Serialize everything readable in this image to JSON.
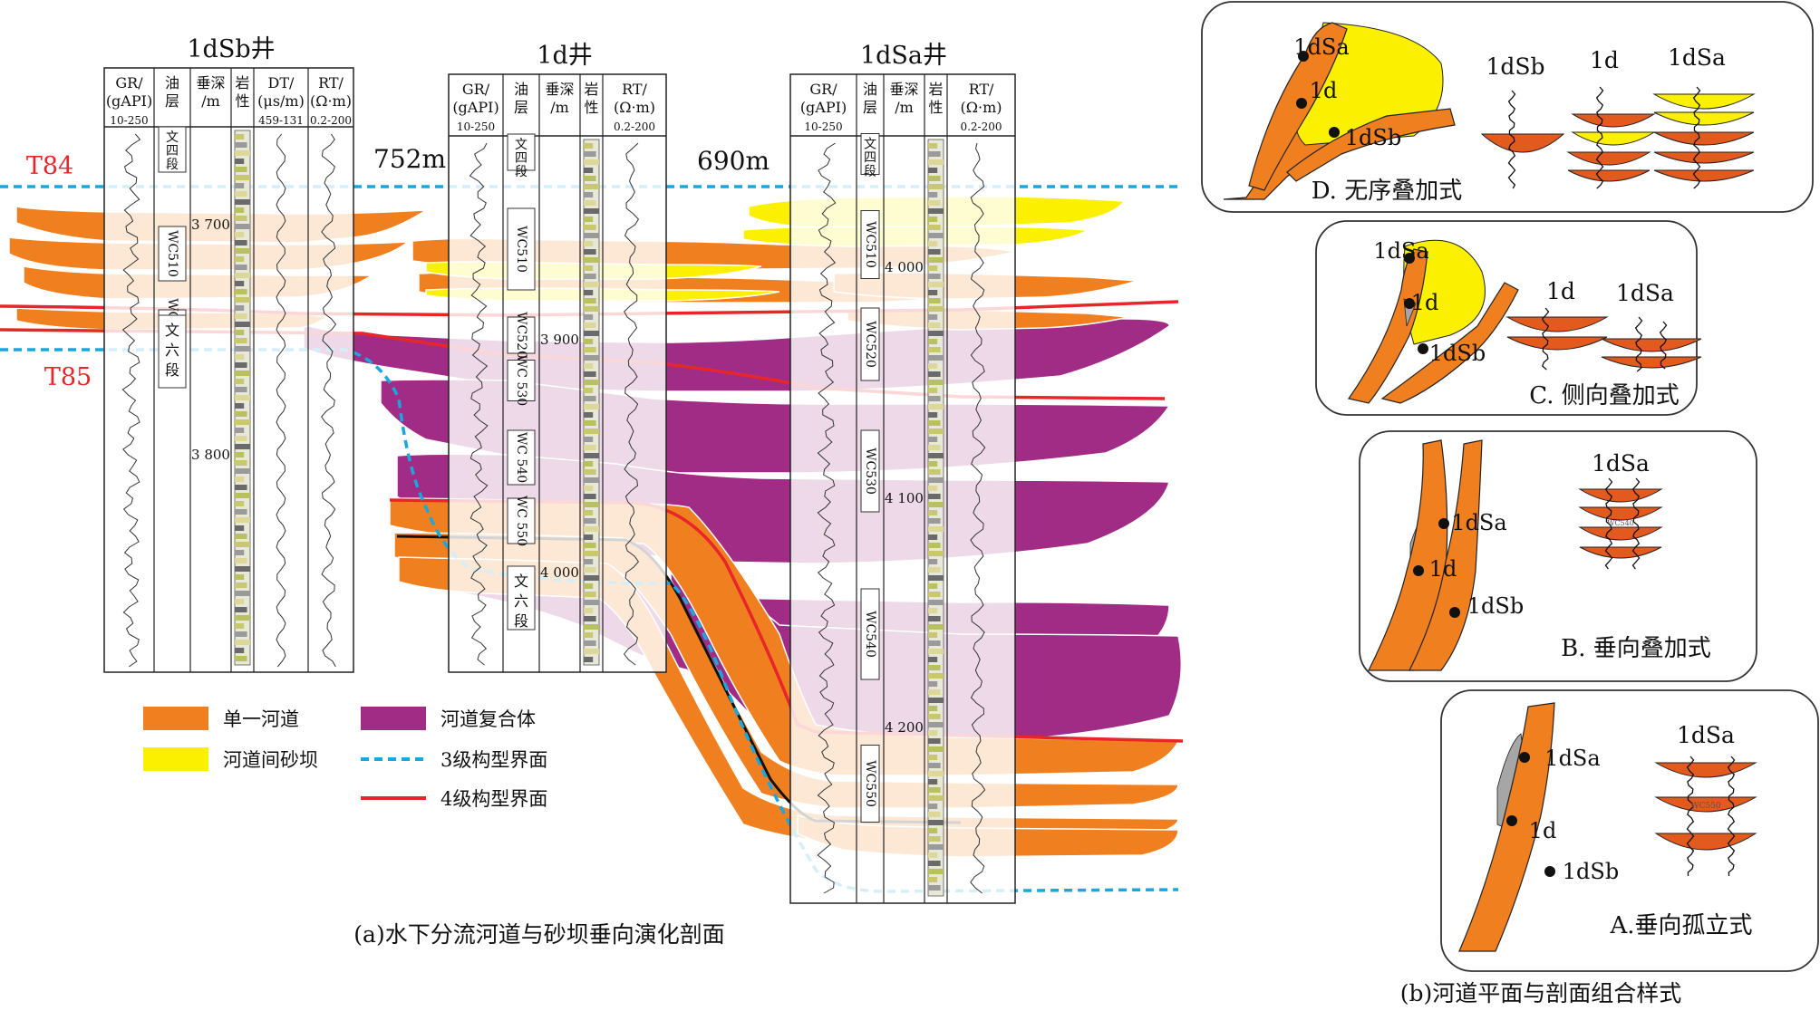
{
  "colors": {
    "single_channel": "#F07F1F",
    "complex": "#A12C86",
    "sand_bar": "#FAF000",
    "orange_dark": "#E35A1E",
    "red_line": "#E8262A",
    "blue_dash": "#1AA6DE",
    "grey_lens": "#A6A6A6"
  },
  "section": {
    "caption": "(a)水下分流河道与砂坝垂向演化剖面",
    "horizon_top": "T84",
    "horizon_bottom": "T85",
    "dist_1": "752m",
    "dist_2": "690m",
    "wells": [
      {
        "name": "1dSb井",
        "headers": [
          "GR/\n(gAPI)\n10-250",
          "油\n层",
          "垂深\n/m",
          "岩\n性",
          "DT/\n(μs/m)\n459-131",
          "RT/\n(Ω·m)\n0.2-200"
        ],
        "formation_top": "文四段",
        "formation_bottom": "文六段",
        "depths": [
          "3 700",
          "3 800"
        ],
        "layers": [
          "WC510",
          "WC520"
        ]
      },
      {
        "name": "1d井",
        "headers": [
          "GR/\n(gAPI)\n10-250",
          "油\n层",
          "垂深\n/m",
          "岩\n性",
          "RT/\n(Ω·m)\n0.2-200"
        ],
        "formation_top": "文四段",
        "formation_bottom": "文六段",
        "depths": [
          "3 900",
          "4 000"
        ],
        "layers": [
          "WC510",
          "WC520",
          "WC 530",
          "WC 540",
          "WC 550"
        ]
      },
      {
        "name": "1dSa井",
        "headers": [
          "GR/\n(gAPI)\n10-250",
          "油\n层",
          "垂深\n/m",
          "岩\n性",
          "RT/\n(Ω·m)\n0.2-200"
        ],
        "formation_top": "文四段",
        "depths": [
          "4 000",
          "4 100",
          "4 200"
        ],
        "layers": [
          "WC510",
          "WC520",
          "WC530",
          "WC540",
          "WC550"
        ]
      }
    ],
    "legend": [
      {
        "label": "单一河道",
        "kind": "single_channel"
      },
      {
        "label": "河道复合体",
        "kind": "complex"
      },
      {
        "label": "河道间砂坝",
        "kind": "sand_bar"
      },
      {
        "label": "3级构型界面",
        "kind": "blue_dash"
      },
      {
        "label": "4级构型界面",
        "kind": "red_line"
      }
    ]
  },
  "patterns": {
    "caption": "(b)河道平面与剖面组合样式",
    "panels": [
      {
        "id": "D",
        "title": "D. 无序叠加式",
        "wells": [
          "1dSa",
          "1d",
          "1dSb"
        ],
        "section_wells": [
          "1dSb",
          "1d",
          "1dSa"
        ]
      },
      {
        "id": "C",
        "title": "C. 侧向叠加式",
        "wells": [
          "1dSa",
          "1d",
          "1dSb"
        ],
        "section_wells": [
          "1d",
          "1dSa"
        ]
      },
      {
        "id": "B",
        "title": "B. 垂向叠加式",
        "wells": [
          "1dSa",
          "1d",
          "1dSb"
        ],
        "section_wells": [
          "1dSa"
        ],
        "lens_label": "WC540"
      },
      {
        "id": "A",
        "title": "A.垂向孤立式",
        "wells": [
          "1dSa",
          "1d",
          "1dSb"
        ],
        "section_wells": [
          "1dSa"
        ],
        "lens_label": "WC550"
      }
    ]
  }
}
